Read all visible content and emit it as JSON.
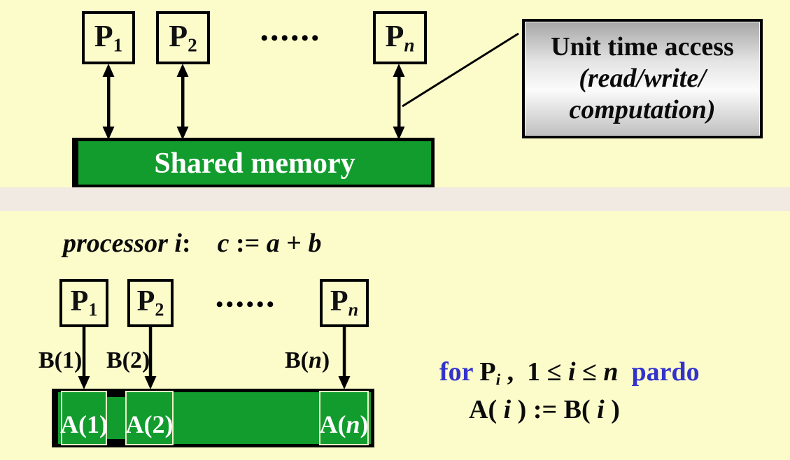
{
  "slide": {
    "background_color": "#FCFCCB",
    "memory_green": "#129C2E",
    "divider_color": "#F0EAE2",
    "keyword_blue": "#3333CC"
  },
  "top_diagram": {
    "processors": [
      {
        "base": "P",
        "sub": "1"
      },
      {
        "base": "P",
        "sub": "2"
      },
      {
        "base": "P",
        "sub": "n"
      }
    ],
    "dots": "••••••",
    "memory_label": "Shared memory",
    "callout": {
      "line1": "Unit time access",
      "line2": "(read/write/",
      "line3": "computation)"
    }
  },
  "bottom_diagram": {
    "statement": {
      "s1": "processor i",
      "s2": ":    ",
      "s3": "c",
      "s4": " := ",
      "s5": "a",
      "s6": " + ",
      "s7": "b"
    },
    "processors": [
      {
        "base": "P",
        "sub": "1"
      },
      {
        "base": "P",
        "sub": "2"
      },
      {
        "base": "P",
        "sub": "n"
      }
    ],
    "dots": "••••••",
    "b_labels": [
      {
        "pre": "B(",
        "idx": "1",
        "post": ")"
      },
      {
        "pre": "B(",
        "idx": "2",
        "post": ")"
      },
      {
        "pre": "B(",
        "idx": "n",
        "post": ")"
      }
    ],
    "a_cells": [
      {
        "pre": "A(",
        "idx": "1",
        "post": ")"
      },
      {
        "pre": "A(",
        "idx": "2",
        "post": ")"
      },
      {
        "pre": "A(",
        "idx": "n",
        "post": ")"
      }
    ],
    "pardo_line": {
      "f1": "for ",
      "f2": "P",
      "f3": "i",
      "f4": " ,  ",
      "f5": "1 ≤ ",
      "f6": "i",
      "f7": " ≤ ",
      "f8": "n",
      "f9": "  ",
      "f10": "pardo"
    },
    "assign_line": {
      "a1": "A( ",
      "a2": "i",
      "a3": " ) := B( ",
      "a4": "i",
      "a5": " )"
    }
  }
}
